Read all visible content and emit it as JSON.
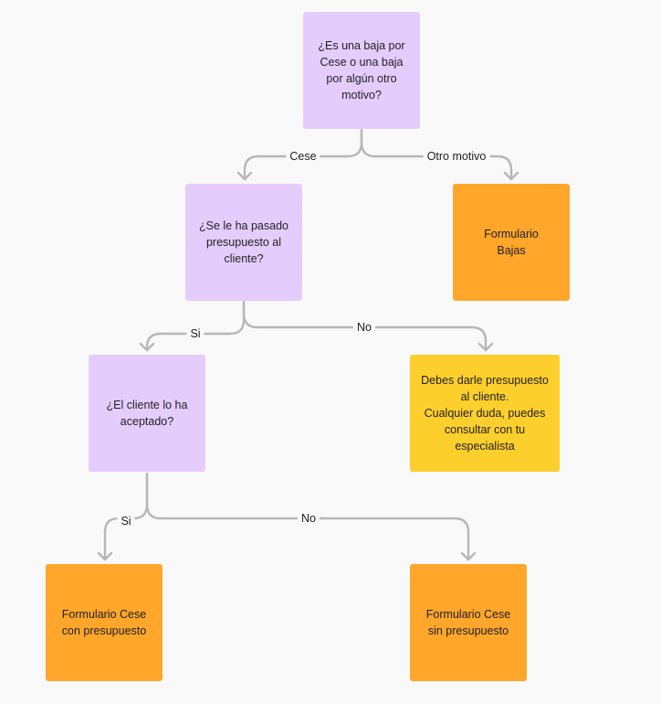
{
  "nodes": {
    "q1": "¿Es una baja por Cese o una baja por algún otro motivo?",
    "q2": "¿Se le ha pasado presupuesto al cliente?",
    "q3": "¿El cliente lo ha aceptado?",
    "form_bajas": "Formulario\nBajas",
    "advice": "Debes darle presupuesto al cliente.\nCualquier duda, puedes consultar con tu especialista",
    "form_cese_con": "Formulario Cese con presupuesto",
    "form_cese_sin": "Formulario Cese\nsin presupuesto"
  },
  "edges": {
    "cese": "Cese",
    "otro_motivo": "Otro motivo",
    "si_1": "Si",
    "no_1": "No",
    "si_2": "Si",
    "no_2": "No"
  },
  "colors": {
    "question": "#e4cdfd",
    "form": "#ffa62b",
    "advice": "#fdcf2c",
    "connector": "#b7b7b7",
    "background": "#f9f9f9"
  }
}
